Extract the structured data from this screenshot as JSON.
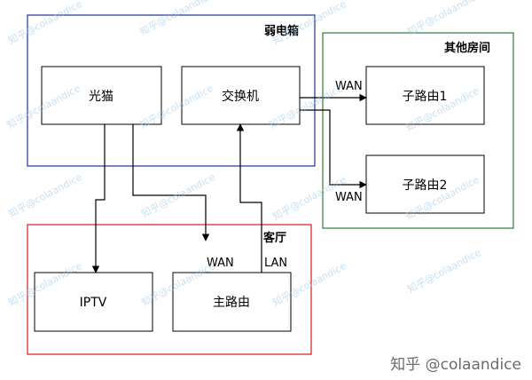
{
  "groups": {
    "weak_box": {
      "label": "弱电箱",
      "color": "#1f2f9e"
    },
    "other_rooms": {
      "label": "其他房间",
      "color": "#2e7d3a"
    },
    "living_room": {
      "label": "客厅",
      "color": "#d21f1f"
    }
  },
  "nodes": {
    "optical_modem": "光猫",
    "switch": "交换机",
    "sub_router_1": "子路由1",
    "sub_router_2": "子路由2",
    "iptv": "IPTV",
    "main_router": "主路由"
  },
  "edge_labels": {
    "switch_to_sub1": "WAN",
    "switch_to_sub2": "WAN",
    "modem_to_main": "WAN",
    "main_to_switch": "LAN"
  },
  "watermark": {
    "tile": "知乎@colaandice",
    "main": "知乎 @colaandice"
  }
}
